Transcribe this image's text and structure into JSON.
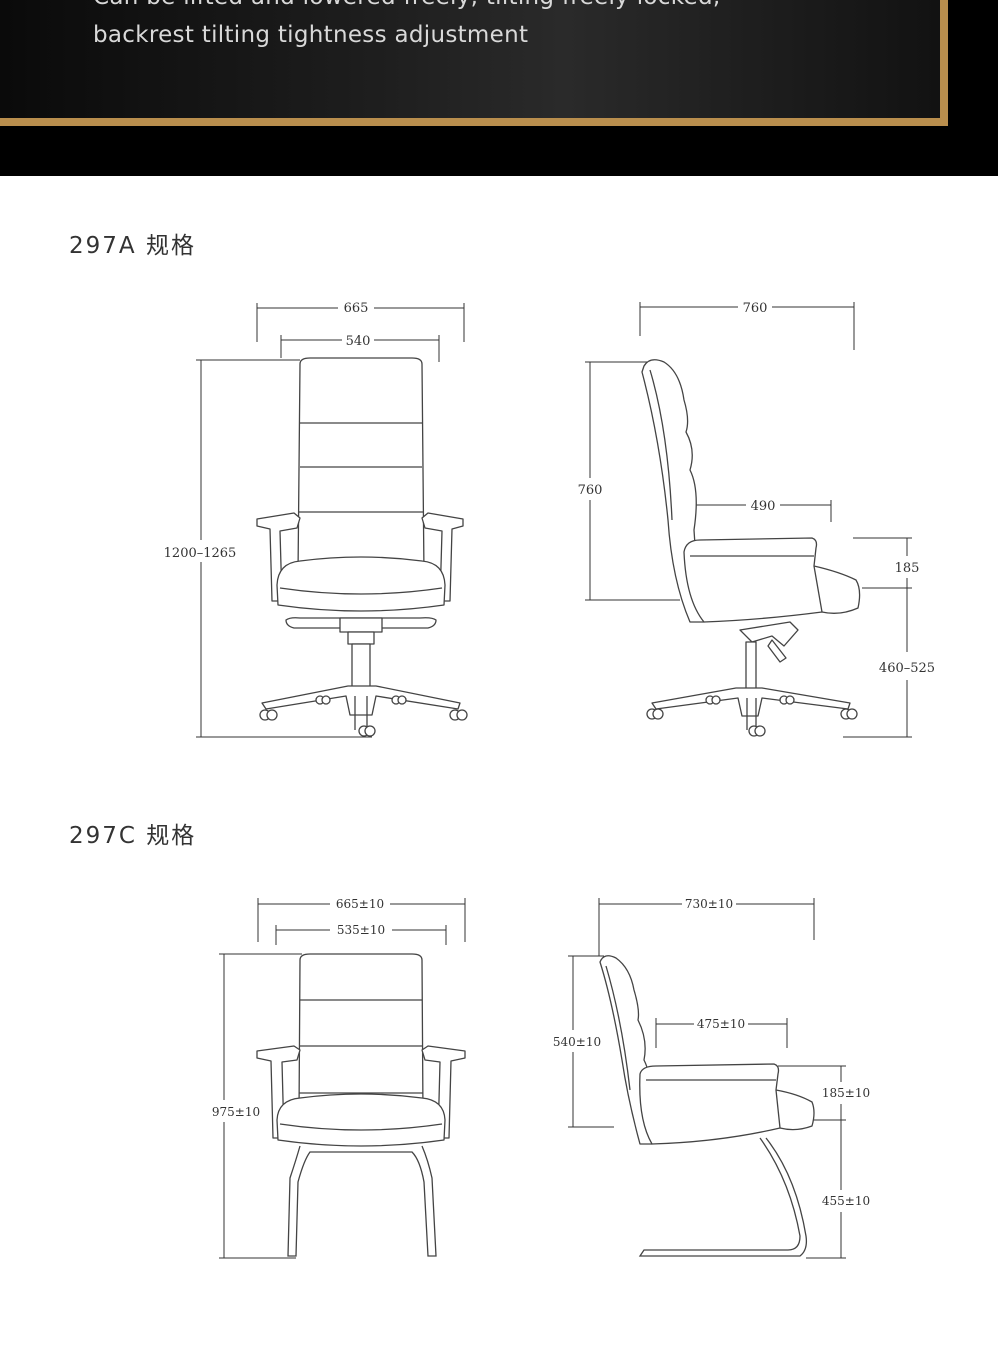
{
  "hero": {
    "line1": "Can be lifted and lowered freely, tilting freely locked,",
    "line2": "backrest tilting tightness adjustment"
  },
  "sections": [
    {
      "title": "297A 规格",
      "dims": {
        "front_outer_width": "665",
        "front_inner_width": "540",
        "front_height": "1200–1265",
        "side_depth": "760",
        "side_back_height": "760",
        "side_seat_depth": "490",
        "side_arm_height": "185",
        "side_seat_height": "460–525"
      }
    },
    {
      "title": "297C 规格",
      "dims": {
        "front_outer_width": "665±10",
        "front_inner_width": "535±10",
        "front_height": "975±10",
        "side_depth": "730±10",
        "side_back_height": "540±10",
        "side_seat_depth": "475±10",
        "side_arm_height": "185±10",
        "side_seat_height": "455±10"
      }
    }
  ]
}
